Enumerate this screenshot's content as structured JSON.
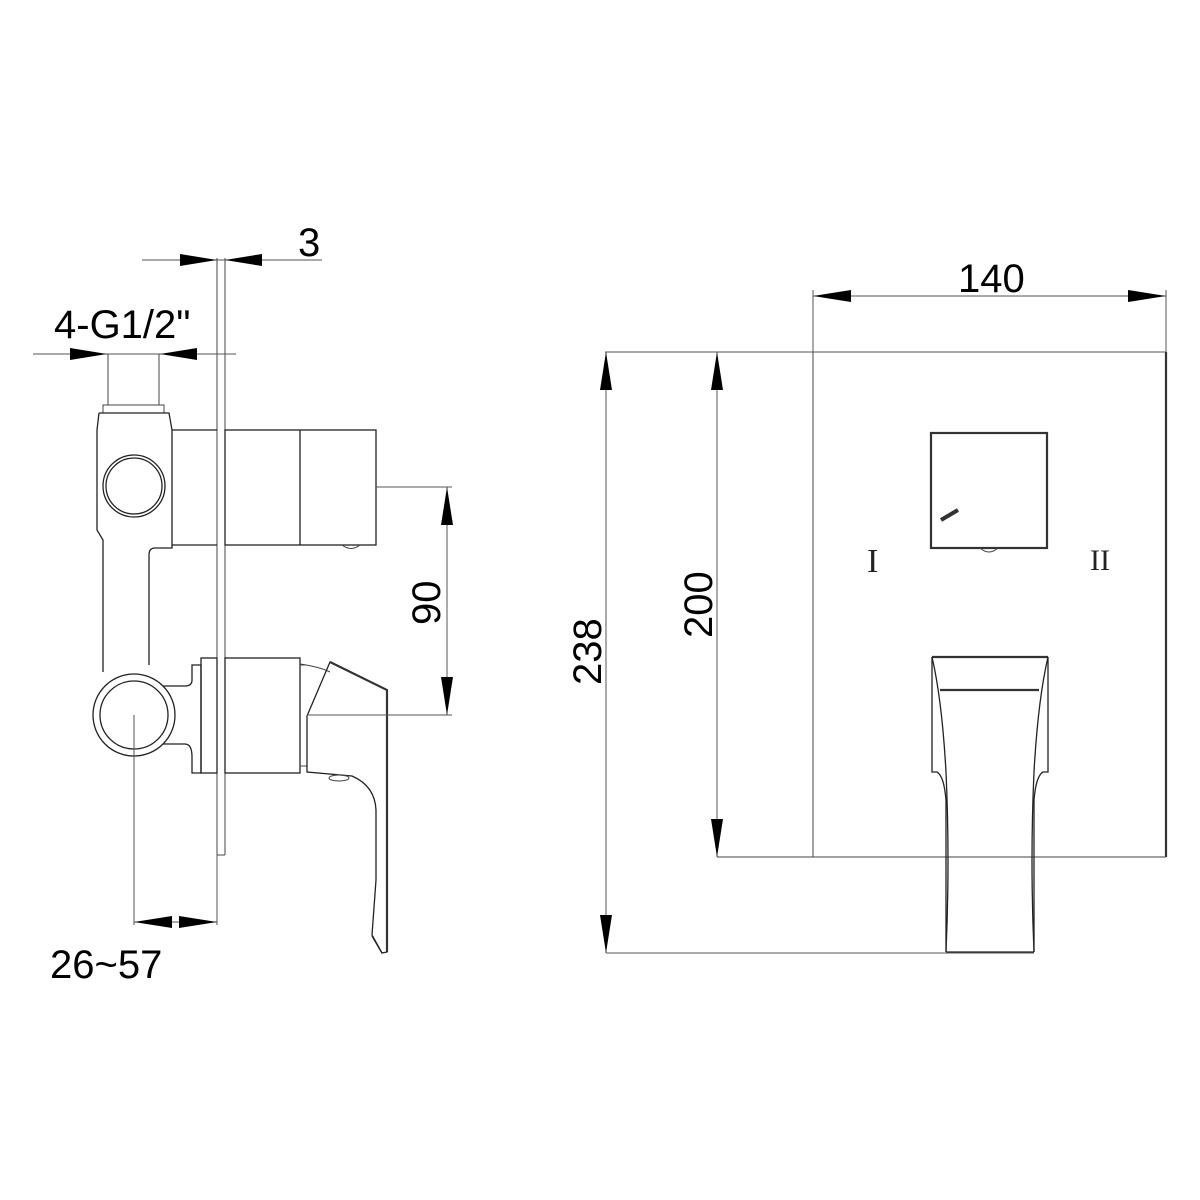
{
  "drawing": {
    "title": "Concealed shower mixer technical drawing",
    "side_view": {
      "dimensions": {
        "plate_thickness": "3",
        "inlet_thread": "4-G1/2\"",
        "handle_spacing": "90",
        "wall_depth_range": "26~57"
      }
    },
    "front_view": {
      "dimensions": {
        "plate_width": "140",
        "plate_height": "200",
        "overall_height": "238"
      },
      "labels": {
        "position_one": "I",
        "position_two": "II"
      }
    }
  }
}
